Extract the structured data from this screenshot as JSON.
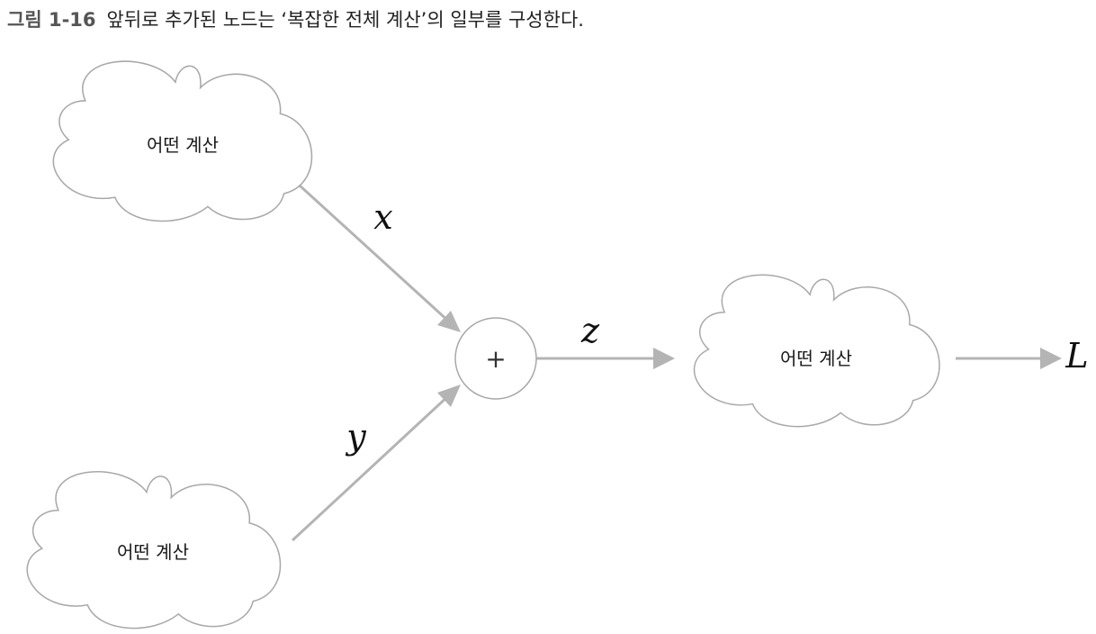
{
  "caption": {
    "figure_number": "그림 1-16",
    "text": "앞뒤로 추가된 노드는 ‘복잡한 전체 계산’의 일부를 구성한다."
  },
  "diagram": {
    "clouds": {
      "top_left": "어떤 계산",
      "bottom_left": "어떤 계산",
      "right": "어떤 계산"
    },
    "operator": "+",
    "variables": {
      "x": "x",
      "y": "y",
      "z": "z",
      "L": "L"
    }
  }
}
